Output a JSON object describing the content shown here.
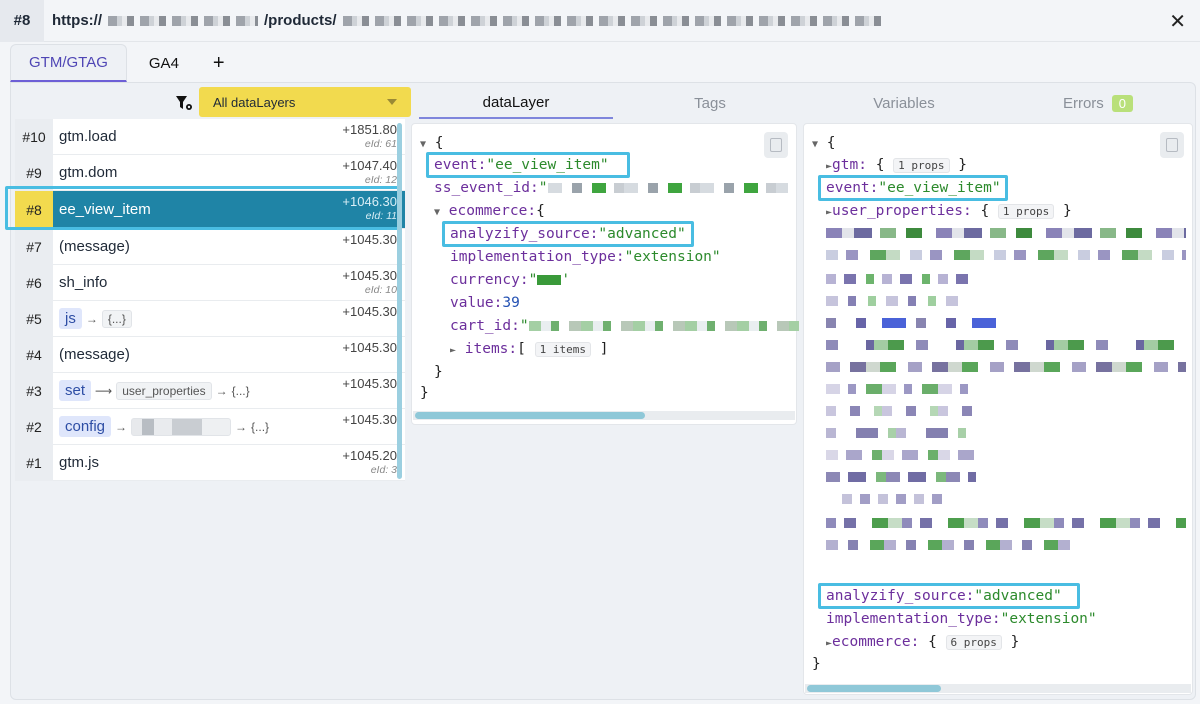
{
  "url": {
    "num": "#8",
    "prefix": "https://",
    "path": "/products/"
  },
  "top_tabs": [
    {
      "label": "GTM/GTAG",
      "active": true
    },
    {
      "label": "GA4",
      "active": false
    },
    {
      "label": "+",
      "active": false
    }
  ],
  "filter": {
    "selected": "All dataLayers"
  },
  "events": [
    {
      "num": "#10",
      "name": "gtm.load",
      "time": "+1851.80",
      "eid": "eId: 61"
    },
    {
      "num": "#9",
      "name": "gtm.dom",
      "time": "+1047.40",
      "eid": "eId: 12"
    },
    {
      "num": "#8",
      "name": "ee_view_item",
      "time": "+1046.30",
      "eid": "eId: 11",
      "selected": true
    },
    {
      "num": "#7",
      "name": "(message)",
      "time": "+1045.30",
      "eid": ""
    },
    {
      "num": "#6",
      "name": "sh_info",
      "time": "+1045.30",
      "eid": "eId: 10"
    },
    {
      "num": "#5",
      "cmd": "js",
      "arrow": "→",
      "arg": "{...}",
      "time": "+1045.30",
      "eid": ""
    },
    {
      "num": "#4",
      "name": "(message)",
      "time": "+1045.30",
      "eid": ""
    },
    {
      "num": "#3",
      "cmd": "set",
      "arrow": "⟶",
      "arg": "user_properties",
      "arg2": "{...}",
      "time": "+1045.30",
      "eid": ""
    },
    {
      "num": "#2",
      "cmd": "config",
      "arrow": "→",
      "arg2": "{...}",
      "time": "+1045.30",
      "eid": ""
    },
    {
      "num": "#1",
      "name": "gtm.js",
      "time": "+1045.20",
      "eid": "eId: 3"
    }
  ],
  "right_tabs": [
    {
      "label": "dataLayer",
      "active": true
    },
    {
      "label": "Tags"
    },
    {
      "label": "Variables"
    },
    {
      "label": "Errors",
      "badge": "0"
    }
  ],
  "left_json": {
    "open": "{",
    "event_key": "event:",
    "event_val": "\"ee_view_item\"",
    "ssid_key": "ss_event_id:",
    "ssid_q": "\"",
    "ecom_key": "ecommerce:",
    "ecom_open": "{",
    "src_key": "analyzify_source:",
    "src_val": "\"advanced\"",
    "impl_key": "implementation_type:",
    "impl_val": "\"extension\"",
    "cur_key": "currency:",
    "cur_val_a": "\"",
    "cur_val_b": "'",
    "val_key": "value:",
    "val_val": "39",
    "cart_key": "cart_id:",
    "cart_q": "\"",
    "items_key": "items:",
    "items_open": "[",
    "items_cnt": "1 items",
    "items_close": "]",
    "inner_close": "}",
    "close": "}"
  },
  "right_json": {
    "open": "{",
    "gtm_key": "gtm:",
    "gtm_open": "{",
    "gtm_cnt": "1 props",
    "gtm_close": "}",
    "event_key": "event:",
    "event_val": "\"ee_view_item\"",
    "up_key": "user_properties:",
    "up_open": "{",
    "up_cnt": "1 props",
    "up_close": "}",
    "src_key": "analyzify_source:",
    "src_val": "\"advanced\"",
    "impl_key": "implementation_type:",
    "impl_val": "\"extension\"",
    "ecom_key": "ecommerce:",
    "ecom_open": "{",
    "ecom_cnt": "6 props",
    "ecom_close": "}",
    "close": "}"
  },
  "colors": {
    "accent": "#1f84a6",
    "highlight": "#49bde2",
    "yellow": "#f2da4e",
    "green_badge": "#b9e07a"
  }
}
